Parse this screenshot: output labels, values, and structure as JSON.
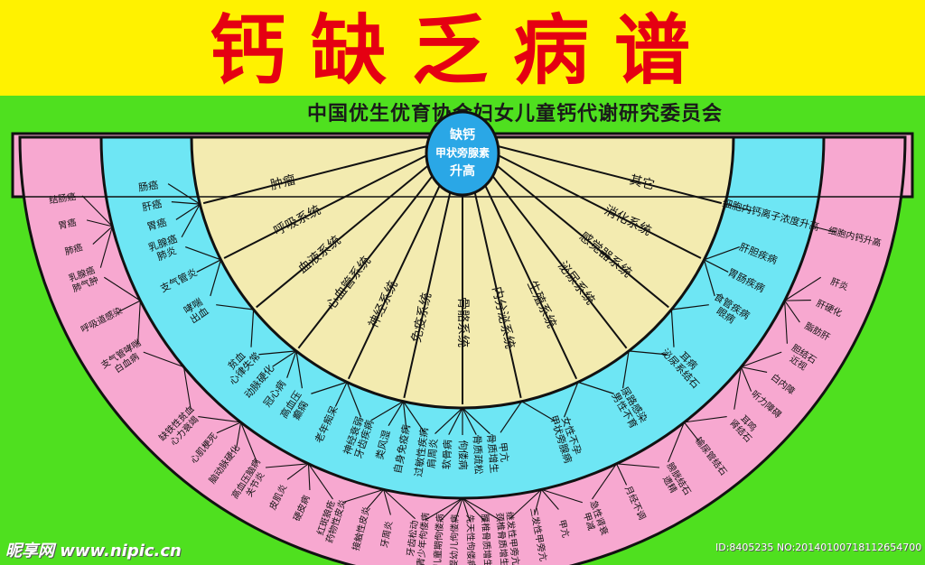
{
  "header": {
    "title": "钙缺乏病谱",
    "subtitle": "中国优生优育协会妇女儿童钙代谢研究委员会"
  },
  "hub": {
    "lines": [
      "缺钙",
      "甲状旁腺素",
      "升高"
    ]
  },
  "colors": {
    "pink": "#f7a8d0",
    "cyan": "#6ee6f4",
    "cream": "#f3ebb0",
    "hub": "#2aa7e6",
    "line": "#111111"
  },
  "sectors": [
    {
      "system": "其它",
      "diseases": [
        "细胞内钙离子浓度升高"
      ],
      "symptoms": [
        "细胞内钙升高"
      ]
    },
    {
      "system": "消化系统",
      "diseases": [
        "肝胆疾病",
        "胃肠疾病",
        "食管疾病"
      ],
      "symptoms": [
        "肝炎",
        "肝硬化",
        "脂肪肝",
        "胆结石"
      ]
    },
    {
      "system": "感觉器系统",
      "diseases": [
        "眼病",
        "耳病"
      ],
      "symptoms": [
        "近视",
        "白内障",
        "听力障碍",
        "耳鸣"
      ]
    },
    {
      "system": "泌尿系统",
      "diseases": [
        "泌尿系结石",
        "尿路感染"
      ],
      "symptoms": [
        "肾结石",
        "输尿管结石",
        "膀胱结石"
      ]
    },
    {
      "system": "生殖系统",
      "diseases": [
        "男性不育",
        "女性不孕"
      ],
      "symptoms": [
        "遗精",
        "月经不调",
        "急性肾衰"
      ]
    },
    {
      "system": "内分泌系统",
      "diseases": [
        "甲状旁腺病",
        "甲亢"
      ],
      "symptoms": [
        "甲减",
        "甲亢",
        "三发性甲旁亢",
        "继发性甲旁亢"
      ]
    },
    {
      "system": "骨骼系统",
      "diseases": [
        "骨质增生",
        "骨质疏松",
        "佝偻病",
        "软骨病",
        "肩周炎"
      ],
      "symptoms": [
        "颈椎骨质增生",
        "腰椎骨质增生",
        "先天性佝偻病",
        "婴幼儿佝偻病",
        "儿童期佝偻病",
        "青少年佝偻病"
      ]
    },
    {
      "system": "免疫系统",
      "diseases": [
        "过敏性疾病",
        "自身免疫病",
        "类风湿",
        "牙齿疾病"
      ],
      "symptoms": [
        "牙齿松动",
        "牙周炎",
        "接触性皮炎",
        "药物性皮炎"
      ]
    },
    {
      "system": "神经系统",
      "diseases": [
        "神经衰弱",
        "老年痴呆",
        "癫痫"
      ],
      "symptoms": [
        "红斑狼疮",
        "硬皮病",
        "皮肌炎",
        "关节炎"
      ]
    },
    {
      "system": "心血管系统",
      "diseases": [
        "高血压",
        "冠心病",
        "动脉硬化",
        "心律失常"
      ],
      "symptoms": [
        "高血压脑病",
        "脑动脉硬化",
        "心肌梗死",
        "心力衰竭"
      ]
    },
    {
      "system": "血液系统",
      "diseases": [
        "贫血",
        "出血"
      ],
      "symptoms": [
        "缺铁性贫血",
        "白血病"
      ]
    },
    {
      "system": "呼吸系统",
      "diseases": [
        "哮喘",
        "支气管炎",
        "肺炎"
      ],
      "symptoms": [
        "支气管哮喘",
        "呼吸道感染",
        "肺气肿"
      ]
    },
    {
      "system": "肿瘤",
      "diseases": [
        "乳腺癌",
        "胃癌",
        "肝癌",
        "肠癌"
      ],
      "symptoms": [
        "乳腺癌",
        "肺癌",
        "胃癌",
        "结肠癌"
      ]
    }
  ],
  "watermark": {
    "left": "昵享网 www.nipic.cn",
    "right": "ID:8405235 NO:20140100718112654700"
  }
}
